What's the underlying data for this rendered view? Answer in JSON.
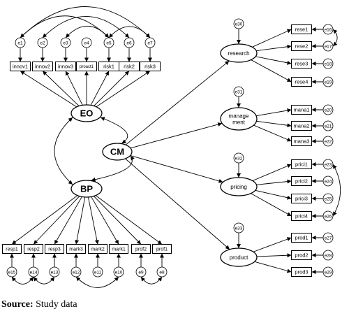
{
  "caption": {
    "label": "Source:",
    "text": "Study data"
  },
  "latents": [
    {
      "id": "EO",
      "label": "EO"
    },
    {
      "id": "CM",
      "label": "CM"
    },
    {
      "id": "BP",
      "label": "BP"
    },
    {
      "id": "research",
      "label": "research"
    },
    {
      "id": "management",
      "label": "manage-ment",
      "lines": [
        "manage",
        "ment"
      ]
    },
    {
      "id": "pricing",
      "label": "pricing"
    },
    {
      "id": "product",
      "label": "product"
    }
  ],
  "indicators": {
    "EO": [
      {
        "name": "innov1",
        "error": "e1"
      },
      {
        "name": "innov2",
        "error": "e2"
      },
      {
        "name": "innov3",
        "error": "e3"
      },
      {
        "name": "proact1",
        "error": "e4"
      },
      {
        "name": "risk1",
        "error": "e5"
      },
      {
        "name": "risk2",
        "error": "e6"
      },
      {
        "name": "risk3",
        "error": "e7"
      }
    ],
    "BP": [
      {
        "name": "resp1",
        "error": "e15"
      },
      {
        "name": "resp2",
        "error": "e14"
      },
      {
        "name": "resp3",
        "error": "e13"
      },
      {
        "name": "mark3",
        "error": "e12"
      },
      {
        "name": "mark2",
        "error": "e11"
      },
      {
        "name": "mark1",
        "error": "e10"
      },
      {
        "name": "prof2",
        "error": "e9"
      },
      {
        "name": "prof1",
        "error": "e8"
      }
    ],
    "research": [
      {
        "name": "rese1",
        "error": "e16"
      },
      {
        "name": "rese2",
        "error": "e17"
      },
      {
        "name": "rese3",
        "error": "e18"
      },
      {
        "name": "rese4",
        "error": "e19"
      }
    ],
    "management": [
      {
        "name": "mana1",
        "error": "e20"
      },
      {
        "name": "mana2",
        "error": "e21"
      },
      {
        "name": "mana3",
        "error": "e22"
      }
    ],
    "pricing": [
      {
        "name": "prici1",
        "error": "e23"
      },
      {
        "name": "prici2",
        "error": "e24"
      },
      {
        "name": "prici3",
        "error": "e25"
      },
      {
        "name": "prici4",
        "error": "e26"
      }
    ],
    "product": [
      {
        "name": "prod1",
        "error": "e27"
      },
      {
        "name": "prod2",
        "error": "e28"
      },
      {
        "name": "prod3",
        "error": "e29"
      }
    ]
  },
  "disturbances": [
    {
      "of": "research",
      "error": "e30"
    },
    {
      "of": "management",
      "error": "e31"
    },
    {
      "of": "pricing",
      "error": "e32"
    },
    {
      "of": "product",
      "error": "e33"
    }
  ],
  "paths": [
    {
      "from": "CM",
      "to": "research"
    },
    {
      "from": "CM",
      "to": "management"
    },
    {
      "from": "CM",
      "to": "pricing"
    },
    {
      "from": "CM",
      "to": "product"
    }
  ],
  "covariances": [
    [
      "EO",
      "CM"
    ],
    [
      "CM",
      "BP"
    ],
    [
      "EO",
      "BP"
    ],
    [
      "e1",
      "e5"
    ],
    [
      "e1",
      "e7"
    ],
    [
      "e2",
      "e6"
    ],
    [
      "e3",
      "e5"
    ],
    [
      "e5",
      "e7"
    ],
    [
      "e15",
      "e14"
    ],
    [
      "e14",
      "e13"
    ],
    [
      "e12",
      "e10"
    ],
    [
      "e9",
      "e8"
    ],
    [
      "e16",
      "e17"
    ],
    [
      "e23",
      "e26"
    ]
  ]
}
